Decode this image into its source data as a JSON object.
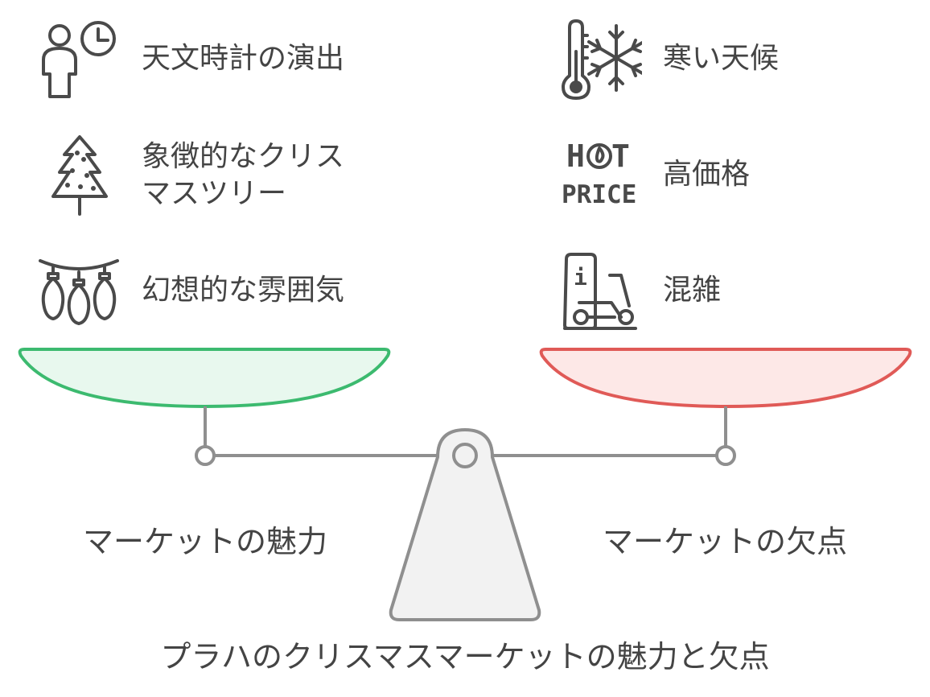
{
  "title": "プラハのクリスマスマーケットの魅力と欠点",
  "left": {
    "label": "マーケットの魅力",
    "items": [
      {
        "icon": "person-clock-icon",
        "text": "天文時計の演出"
      },
      {
        "icon": "christmas-tree-icon",
        "text": "象徴的なクリス\nマスツリー"
      },
      {
        "icon": "string-lights-icon",
        "text": "幻想的な雰囲気"
      }
    ]
  },
  "right": {
    "label": "マーケットの欠点",
    "items": [
      {
        "icon": "thermometer-snowflake-icon",
        "text": "寒い天候"
      },
      {
        "icon": "hot-price-icon",
        "text": "高価格",
        "icon_text": [
          "H",
          "T",
          "PRICE"
        ]
      },
      {
        "icon": "scooter-info-icon",
        "text": "混雑",
        "icon_text": [
          "i"
        ]
      }
    ]
  },
  "colors": {
    "pros_stroke": "#3cba6f",
    "pros_fill": "#e8f8ee",
    "cons_stroke": "#e05a57",
    "cons_fill": "#fde8e7",
    "structure": "#8f8f8f",
    "fulcrum_fill": "#f2f2f2"
  }
}
